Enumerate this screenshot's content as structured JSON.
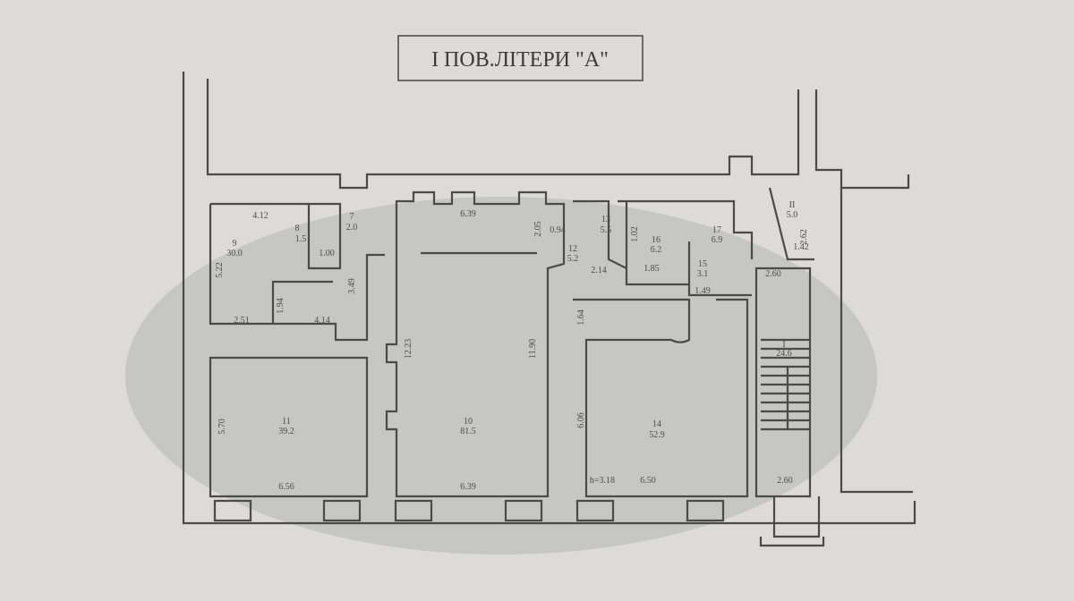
{
  "title": "І ПОВ.ЛІТЕРИ \"А\"",
  "rooms": [
    {
      "num": "9",
      "area": "30.0"
    },
    {
      "num": "8",
      "area": "1.5"
    },
    {
      "num": "7",
      "area": "2.0"
    },
    {
      "num": "11",
      "area": "39.2"
    },
    {
      "num": "10",
      "area": "81.5"
    },
    {
      "num": "12",
      "area": "5.2"
    },
    {
      "num": "13",
      "area": "5.5"
    },
    {
      "num": "16",
      "area": "6.2"
    },
    {
      "num": "17",
      "area": "6.9"
    },
    {
      "num": "15",
      "area": "3.1"
    },
    {
      "num": "14",
      "area": "52.9"
    },
    {
      "num": "I",
      "area": "24.6"
    },
    {
      "num": "II",
      "area": "5.0"
    }
  ],
  "dimensions": [
    "4.12",
    "5.22",
    "2.51",
    "1.94",
    "4.14",
    "3.49",
    "1.00",
    "6.39",
    "2.05",
    "0.94",
    "12.23",
    "11.90",
    "2.14",
    "1.85",
    "1.64",
    "1.49",
    "1.42",
    "2.62",
    "2.60",
    "5.70",
    "6.56",
    "6.39",
    "6.06",
    "h=3.18",
    "6.50",
    "2.60",
    "1.02"
  ]
}
